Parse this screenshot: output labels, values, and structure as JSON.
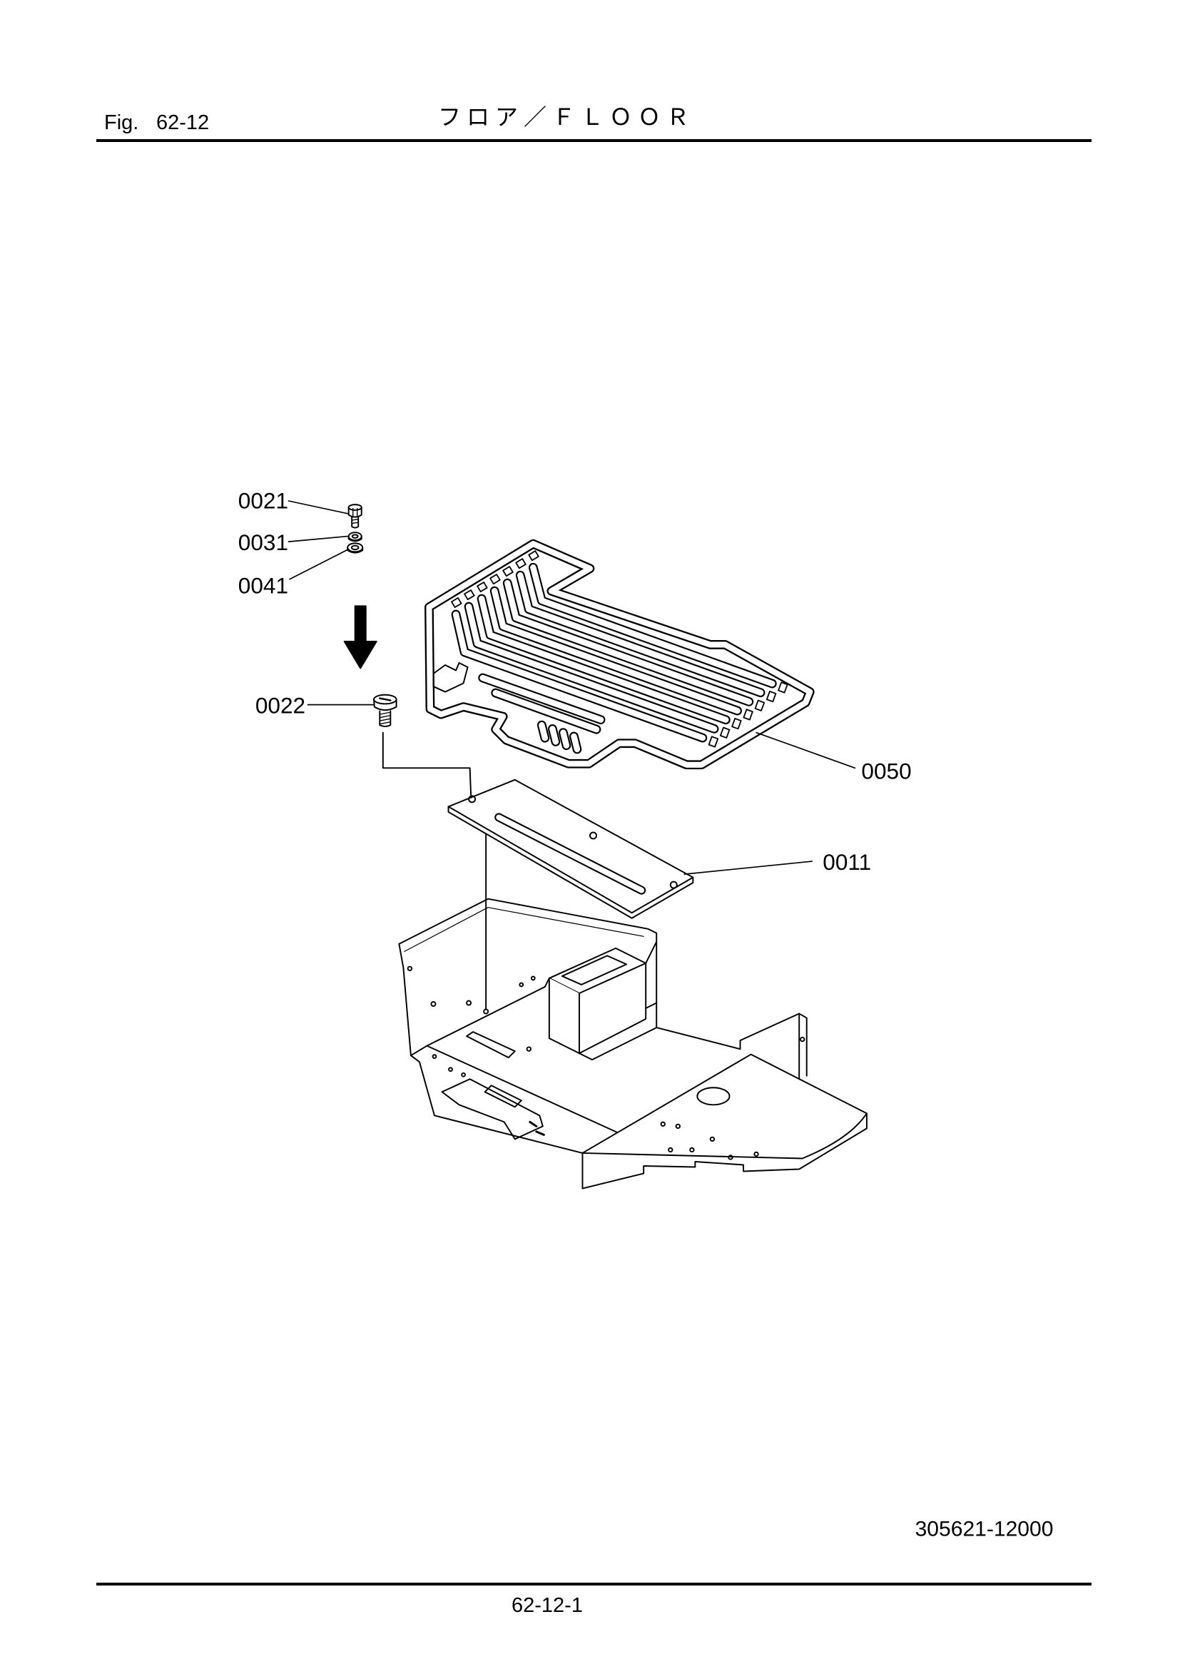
{
  "header": {
    "fig_prefix": "Fig.",
    "fig_number": "62-12",
    "title": "フロア／ＦＬＯＯＲ"
  },
  "callouts": [
    "0021",
    "0031",
    "0041",
    "0022",
    "0050",
    "0011"
  ],
  "drawing_number": "305621-12000",
  "page_number": "62-12-1"
}
